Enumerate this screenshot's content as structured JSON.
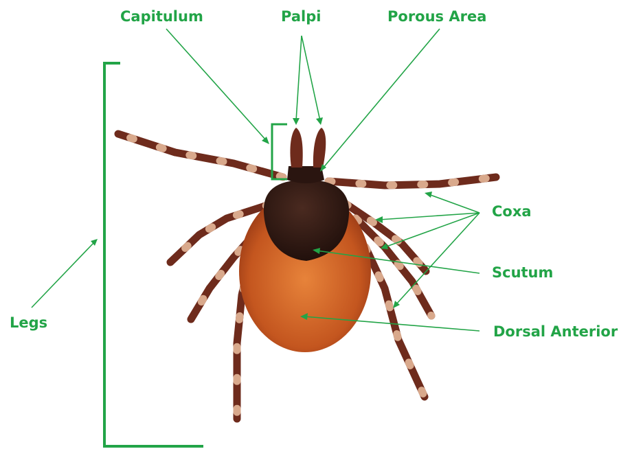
{
  "labels": {
    "capitulum": "Capitulum",
    "palpi": "Palpi",
    "porous_area": "Porous Area",
    "coxa": "Coxa",
    "scutum": "Scutum",
    "dorsal_anterior": "Dorsal Anterior",
    "legs": "Legs"
  },
  "colors": {
    "label": "#22a447",
    "pointer": "#22a447",
    "leg": "#6e2b1c",
    "leg_band": "#d9a98c",
    "scutum": "#2a1510",
    "body": "#c4561f",
    "body_light": "#e7833a"
  }
}
